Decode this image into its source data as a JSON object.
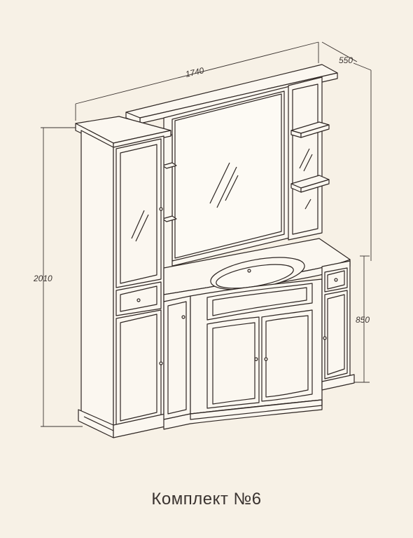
{
  "dimensions": {
    "width": "1740",
    "depth": "550",
    "height_total": "2010",
    "height_vanity": "850"
  },
  "caption": "Комплект №6",
  "colors": {
    "background": "#f7f1e6",
    "line": "#2e2623",
    "fill": "#fbf7f0"
  }
}
